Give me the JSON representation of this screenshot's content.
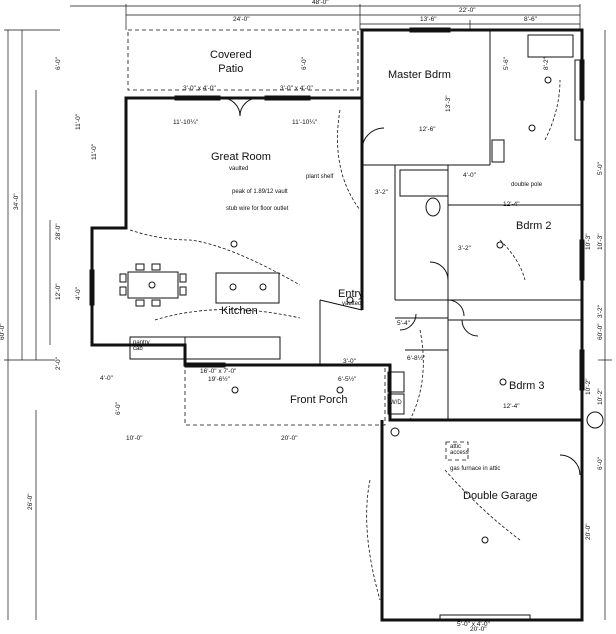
{
  "rooms": {
    "patio": "Covered\nPatio",
    "great_room": "Great Room",
    "great_room_sub": "vaulted",
    "master": "Master Bdrm",
    "bdrm2": "Bdrm 2",
    "bdrm3": "Bdrm 3",
    "kitchen": "Kitchen",
    "entry": "Entry",
    "entry_sub": "vaulted",
    "porch": "Front Porch",
    "garage": "Double Garage"
  },
  "notes": {
    "plant_shelf": "plant shelf",
    "peak": "peak of 1.89/12 vault",
    "stub": "stub wire for floor outlet",
    "double_pole": "double pole",
    "pantry": "pantry\ncab",
    "attic": "attic\naccess",
    "furnace": "gas furnace in attic",
    "wh": "W/D"
  },
  "dims": {
    "overall_top": "48'-0\"",
    "top_right": "22'-0\"",
    "top_patio": "24'-0\"",
    "top_master": "13'-6\"",
    "top_bath": "8'-6\"",
    "left_total": "60'-0\"",
    "left_34": "34'-0\"",
    "left_26": "26'-0\"",
    "right_60": "60'-0\"",
    "patio_d": "6'-0\"",
    "patio_d2": "6'-0\"",
    "gr_11": "11'-0\"",
    "gr_w1": "11'-10¼\"",
    "gr_w2": "11'-10¼\"",
    "mb_12": "12'-6\"",
    "mb_13": "13'-3\"",
    "b2_12": "12'-4\"",
    "b2_10": "10'-3\"",
    "b3_12": "12'-4\"",
    "b3_10": "10'-2\"",
    "fp_19": "19'-6½\"",
    "fp_6": "6'-5½\"",
    "fp_4": "4'-0\"",
    "fp_10": "10'-0\"",
    "fp_20": "20'-0\"",
    "gar_20h": "20'-0\"",
    "gar_20v": "20'-0\"",
    "gar_26": "26'-0\"",
    "k_12": "12'-0\"",
    "k_28": "28'-0\"",
    "k_4": "4'-0\"",
    "k_2": "2'-0\"",
    "k_6": "6'-0\"",
    "wic_4": "4'-0\"",
    "b_3": "3'-2\"",
    "e_6": "6'-8½\"",
    "c_5": "5'-4\"",
    "c_3": "3'-0\"",
    "mb_5": "5'-6\"",
    "mb_8": "8'-2\"",
    "b2_3": "3'-2\"",
    "r_5": "5'-0\"",
    "r_10": "10'-3\"",
    "r_3": "3'-2\"",
    "r_6": "6'-0\"",
    "r_10b": "10'-2\"",
    "win1": "3'-0\" x 4'-0\"",
    "win2": "3'-0\" x 4'-0\"",
    "win3": "5'-0\" x 4'-0\"",
    "win4": "16'-0\" x 7'-0\""
  }
}
